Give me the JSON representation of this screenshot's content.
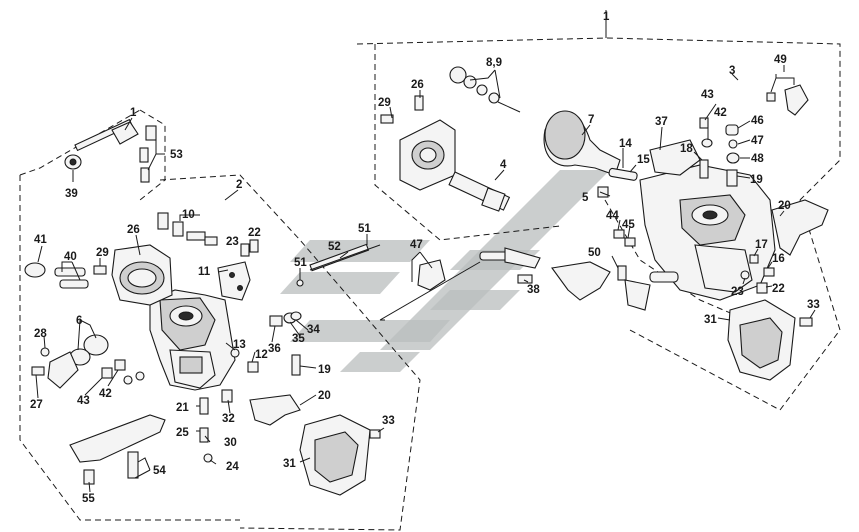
{
  "diagram": {
    "labels": {
      "l1_top": "1",
      "l1": "1",
      "l2": "2",
      "l3": "3",
      "l4": "4",
      "l5": "5",
      "l6": "6",
      "l7": "7",
      "l89": "8,9",
      "l10": "10",
      "l11": "11",
      "l12": "12",
      "l13": "13",
      "l14": "14",
      "l15": "15",
      "l16": "16",
      "l17": "17",
      "l18": "18",
      "l19_a": "19",
      "l19_b": "19",
      "l20_a": "20",
      "l20_b": "20",
      "l21": "21",
      "l22_a": "22",
      "l22_b": "22",
      "l23_a": "23",
      "l23_b": "23",
      "l24": "24",
      "l25": "25",
      "l26_a": "26",
      "l26_b": "26",
      "l27": "27",
      "l28": "28",
      "l29_a": "29",
      "l29_b": "29",
      "l30": "30",
      "l31_a": "31",
      "l31_b": "31",
      "l32": "32",
      "l33_a": "33",
      "l33_b": "33",
      "l34": "34",
      "l35": "35",
      "l36": "36",
      "l37": "37",
      "l38": "38",
      "l39": "39",
      "l40": "40",
      "l41": "41",
      "l42_a": "42",
      "l42_b": "42",
      "l43_a": "43",
      "l43_b": "43",
      "l44": "44",
      "l45": "45",
      "l46": "46",
      "l47_a": "47",
      "l47_b": "47",
      "l48": "48",
      "l49": "49",
      "l50": "50",
      "l51_a": "51",
      "l51_b": "51",
      "l52": "52",
      "l53": "53",
      "l54": "54",
      "l55": "55"
    },
    "colors": {
      "line": "#1a1a1a",
      "watermark": "#b9bdbe",
      "background": "#ffffff"
    }
  }
}
